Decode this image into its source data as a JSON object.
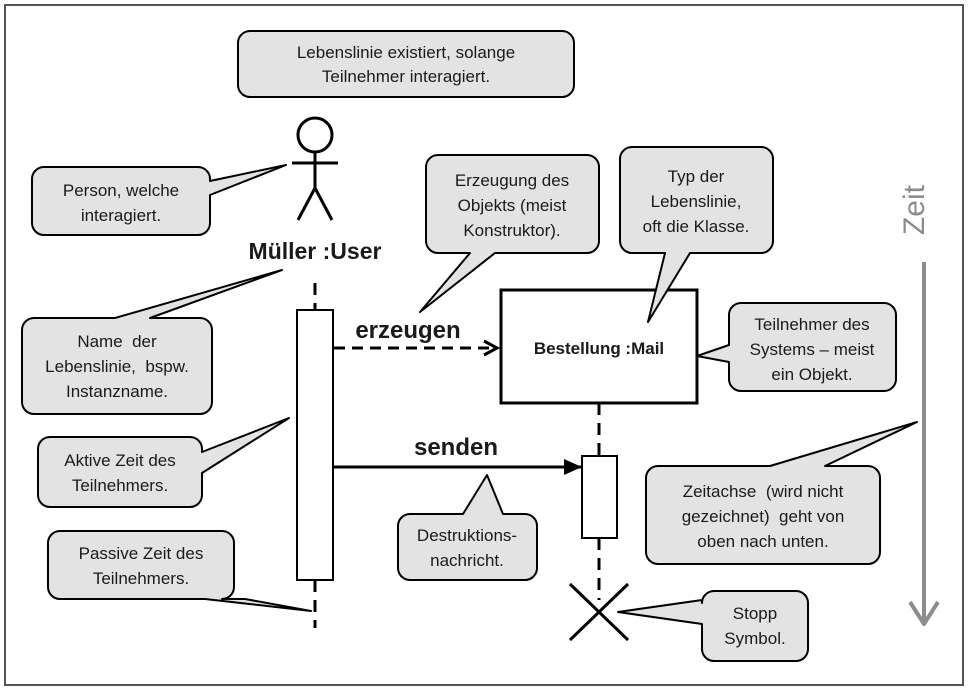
{
  "diagram": {
    "actor_label": "Müller :User",
    "object_label": "Bestellung :Mail",
    "message_create": "erzeugen",
    "message_send": "senden",
    "time_axis_label": "Zeit"
  },
  "callouts": {
    "lifeline_exists": [
      "Lebenslinie existiert, solange",
      "Teilnehmer interagiert."
    ],
    "person": [
      "Person, welche",
      "interagiert."
    ],
    "creation": [
      "Erzeugung des",
      "Objekts (meist",
      "Konstruktor)."
    ],
    "lifeline_type": [
      "Typ der",
      "Lebenslinie,",
      "oft die Klasse."
    ],
    "lifeline_name": [
      "Name  der",
      "Lebenslinie,  bspw.",
      "Instanzname."
    ],
    "participant": [
      "Teilnehmer des",
      "Systems – meist",
      "ein Objekt."
    ],
    "active_time": [
      "Aktive Zeit des",
      "Teilnehmers."
    ],
    "time_axis": [
      "Zeitachse  (wird nicht",
      "gezeichnet)  geht von",
      "oben nach unten."
    ],
    "passive_time": [
      "Passive Zeit des",
      "Teilnehmers."
    ],
    "destruction": [
      "Destruktions-",
      "nachricht."
    ],
    "stop_symbol": [
      "Stopp",
      "Symbol."
    ]
  },
  "colors": {
    "callout_fill": "#e3e3e3",
    "time_axis": "#8c8c8c",
    "border": "#000000"
  }
}
